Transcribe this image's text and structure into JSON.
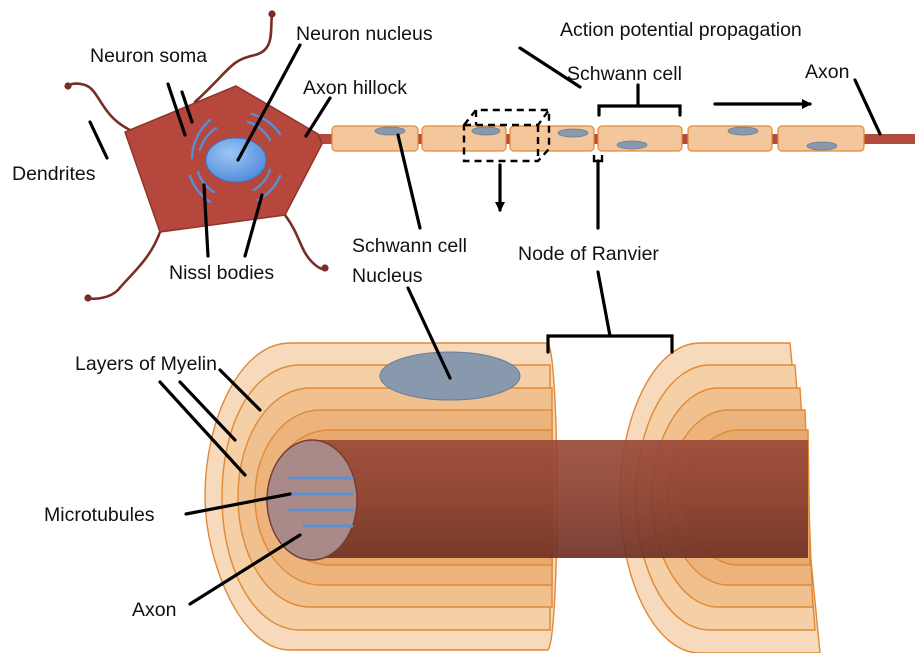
{
  "labels": {
    "dendrites": "Dendrites",
    "neuron_soma": "Neuron soma",
    "neuron_nucleus": "Neuron nucleus",
    "axon_hillock": "Axon hillock",
    "nissl_bodies": "Nissl bodies",
    "action_potential": "Action potential propagation",
    "schwann_cell": "Schwann cell",
    "axon_top": "Axon",
    "schwann_nucleus_line1": "Schwann cell",
    "schwann_nucleus_line2": "Nucleus",
    "node_of_ranvier": "Node of Ranvier",
    "layers_of_myelin": "Layers of Myelin",
    "microtubules": "Microtubules",
    "axon_bottom": "Axon"
  },
  "colors": {
    "soma": "#b5473d",
    "soma_stroke": "#8e352d",
    "dendrite": "#7a2c25",
    "nucleus": "#5d9be0",
    "nissl": "#5a8ed3",
    "myelin_fill": "#f3c79b",
    "myelin_stroke": "#e08a35",
    "schwann_nucleus": "#8898ad",
    "axon_core": "#8a4030",
    "microtubule": "#5f8fd0"
  }
}
